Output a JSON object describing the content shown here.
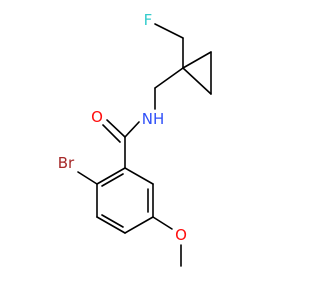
{
  "molecule": {
    "atoms": {
      "fluorine": {
        "label": "F",
        "color": "#33cccc"
      },
      "nitrogen": {
        "label": "NH",
        "color": "#3050f8"
      },
      "carbonyl_oxygen": {
        "label": "O",
        "color": "#ff0d0d"
      },
      "methoxy_oxygen": {
        "label": "O",
        "color": "#ff0d0d"
      },
      "bromine": {
        "label": "Br",
        "color": "#a62929"
      }
    },
    "bond_color": "#000000"
  }
}
